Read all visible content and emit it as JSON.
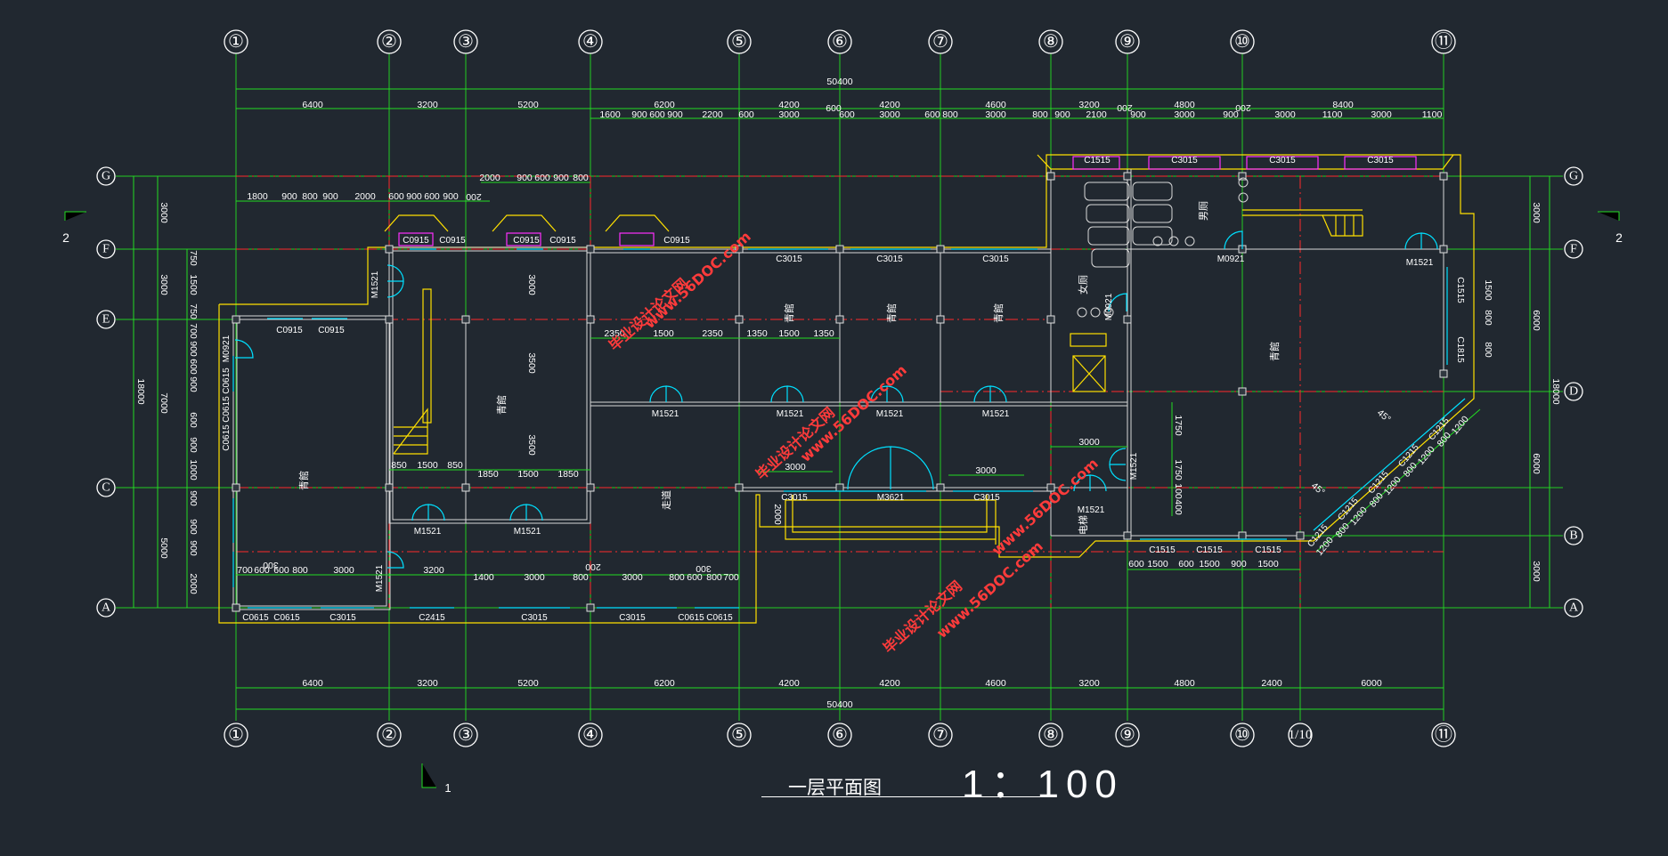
{
  "axes_vertical": [
    "①",
    "②",
    "③",
    "④",
    "⑤",
    "⑥",
    "⑦",
    "⑧",
    "⑨",
    "⑩",
    "⑪"
  ],
  "axis_extra_bottom": "1/10",
  "axes_horizontal": [
    "G",
    "F",
    "E",
    "D",
    "C",
    "B",
    "A"
  ],
  "overall_dim": "50400",
  "top_dims_row1": [
    "6400",
    "3200",
    "5200",
    "6200",
    "4200",
    "4200",
    "4600",
    "3200",
    "4800",
    "8400"
  ],
  "top_dims_row2": [
    "1600",
    "900",
    "600",
    "900",
    "2200",
    "600",
    "3000",
    "600",
    "600",
    "3000",
    "600",
    "800",
    "3000",
    "800",
    "900",
    "2100",
    "900",
    "3000",
    "900",
    "3000",
    "1100",
    "3000",
    "1100"
  ],
  "top_dims_row2_extra": [
    "009",
    "200",
    "200"
  ],
  "top_dims_row3": [
    "1800",
    "900",
    "800",
    "900",
    "2000",
    "600",
    "900",
    "600",
    "900",
    "200"
  ],
  "top_dims_row4": [
    "2000",
    "900",
    "600",
    "900",
    "800"
  ],
  "bottom_dims_row1": [
    "6400",
    "3200",
    "5200",
    "6200",
    "4200",
    "4200",
    "4600",
    "3200",
    "4800",
    "2400",
    "6000"
  ],
  "bottom_dims_inner": [
    "700",
    "600",
    "600",
    "800",
    "3000",
    "300",
    "3200",
    "1400",
    "3000",
    "800",
    "200",
    "3000",
    "800",
    "600",
    "800",
    "700",
    "300"
  ],
  "left_dims_outer": [
    "18000"
  ],
  "left_dims_mid": [
    "3000",
    "3000",
    "7000",
    "5000"
  ],
  "left_dims_inner": [
    "750",
    "1500",
    "750",
    "700",
    "900",
    "600",
    "900",
    "600",
    "900",
    "1000",
    "900",
    "900",
    "900",
    "2000"
  ],
  "right_dims": [
    "3000",
    "6000",
    "6000",
    "3000",
    "18000"
  ],
  "right_dims_inner": [
    "1500",
    "800",
    "800"
  ],
  "section_marks": {
    "left": "2",
    "right": "2",
    "bottom": "1"
  },
  "windows": [
    "C0915",
    "C0915",
    "C0915",
    "C0915",
    "C0915",
    "C0915",
    "C0915",
    "C3015",
    "C3015",
    "C3015",
    "C0615",
    "C0615",
    "C0615",
    "C0615",
    "C0615",
    "C0615",
    "C3015",
    "C2415",
    "C3015",
    "C3015",
    "C0615",
    "C0615",
    "C3015",
    "C3015",
    "C1515",
    "C1515",
    "C1515",
    "C1515",
    "C1815",
    "C1215",
    "C1215",
    "C1215",
    "C1215",
    "C1215",
    "C1215",
    "C1215"
  ],
  "doors": [
    "M0921",
    "M1521",
    "M1521",
    "M1521",
    "M1521",
    "M1521",
    "M1521",
    "M1521",
    "M1521",
    "M1521",
    "M3621",
    "M0921",
    "M0921",
    "M1521",
    "M1521"
  ],
  "rooms": [
    "青館",
    "青館",
    "青館",
    "青館",
    "青館",
    "青館",
    "走道",
    "女厕",
    "男厕",
    "电梯"
  ],
  "interior_dims": [
    "2350",
    "1500",
    "2350",
    "1350",
    "1500",
    "1350",
    "850",
    "1500",
    "850",
    "1850",
    "1500",
    "1850",
    "3000",
    "3000",
    "3000",
    "1750",
    "1750",
    "100",
    "400",
    "3000",
    "3500",
    "3500"
  ],
  "bottom_right_dims": [
    "600",
    "1500",
    "600",
    "1500",
    "900",
    "1500"
  ],
  "diagonal_dims": [
    "1200",
    "800",
    "1200",
    "800",
    "1200",
    "800",
    "1200",
    "800",
    "1200"
  ],
  "angle_labels": [
    "45°",
    "45°"
  ],
  "watermarks": [
    "毕业设计论文网",
    "www.56DOC.com"
  ],
  "title": "一层平面图",
  "scale": "1：100"
}
